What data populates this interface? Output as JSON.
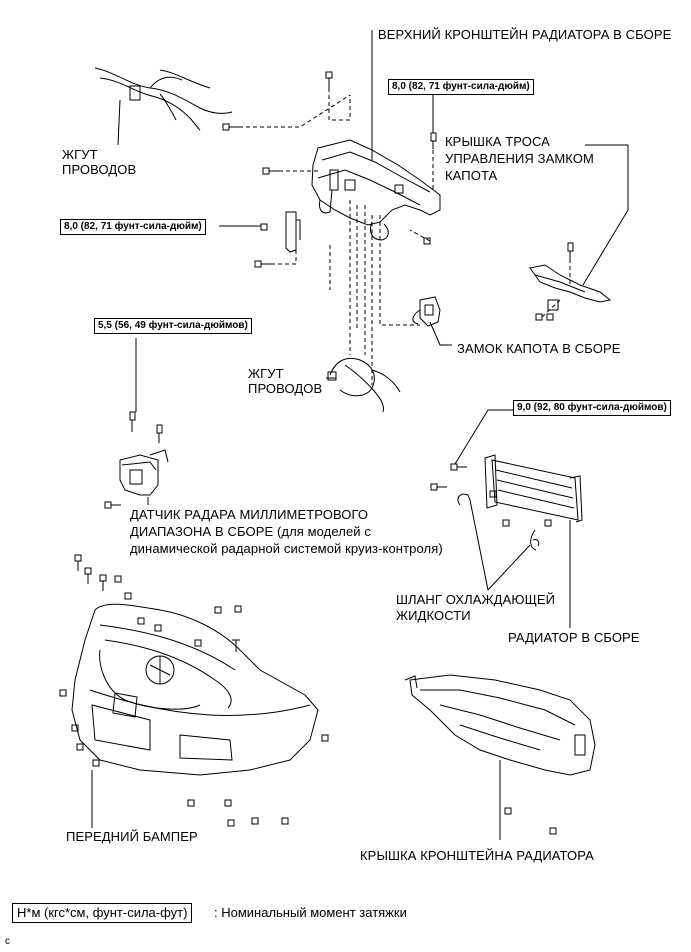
{
  "labels": {
    "upper_support": "ВЕРХНИЙ КРОНШТЕЙН РАДИАТОРА В СБОРЕ",
    "wire_harness_1_line1": "ЖГУТ",
    "wire_harness_1_line2": "ПРОВОДОВ",
    "lock_cover_line1": "КРЫШКА ТРОСА",
    "lock_cover_line2": "УПРАВЛЕНИЯ ЗАМКОМ",
    "lock_cover_line3": "КАПОТА",
    "hood_lock": "ЗАМОК КАПОТА В СБОРЕ",
    "wire_harness_2_line1": "ЖГУТ",
    "wire_harness_2_line2": "ПРОВОДОВ",
    "radar_line1": "ДАТЧИК РАДАРА МИЛЛИМЕТРОВОГО",
    "radar_line2": "ДИАПАЗОНА В СБОРЕ (для моделей с",
    "radar_line3": "динамической радарной системой круиз-контроля)",
    "hose_line1": "ШЛАНГ ОХЛАЖДАЮЩЕЙ",
    "hose_line2": "ЖИДКОСТИ",
    "radiator": "РАДИАТОР В СБОРЕ",
    "front_bumper": "ПЕРЕДНИЙ БАМПЕР",
    "support_cover": "КРЫШКА КРОНШТЕЙНА РАДИАТОРА"
  },
  "torques": {
    "t1": "8,0 (82, 71 фунт-сила-дюйм)",
    "t2": "8,0 (82, 71 фунт-сила-дюйм)",
    "t3": "5,5 (56, 49 фунт-сила-дюймов)",
    "t4": "9,0 (92, 80 фунт-сила-дюймов)"
  },
  "legend": {
    "box": "Н*м (кгс*см, фунт-сила-фут)",
    "text": ": Номинальный момент затяжки"
  },
  "corner_mark": "c"
}
